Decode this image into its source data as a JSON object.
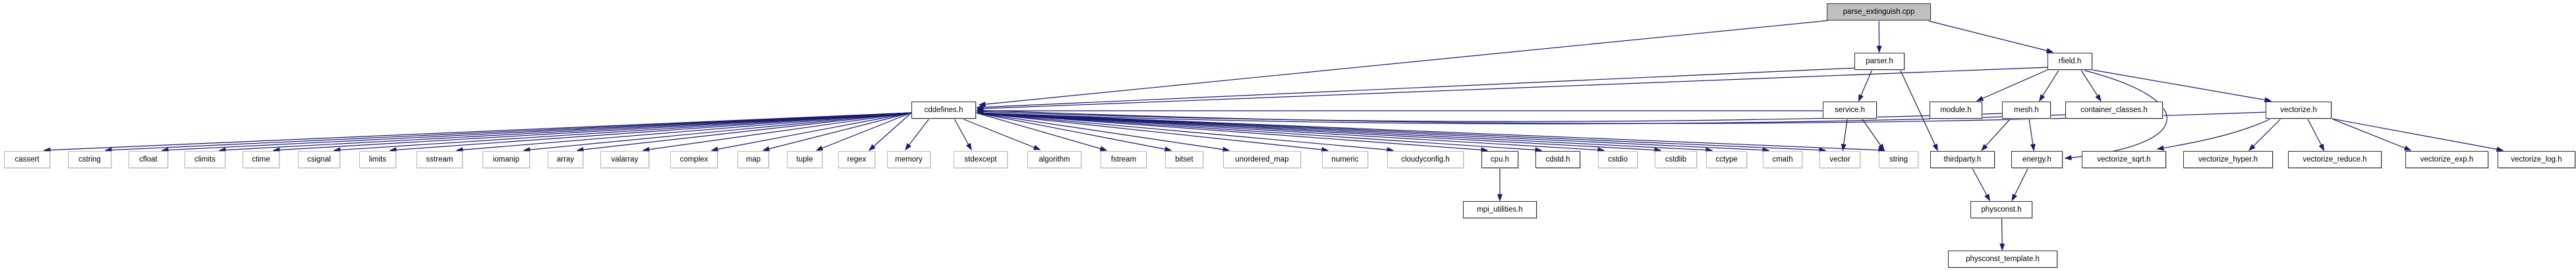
{
  "diagram": {
    "type": "include-dependency-graph",
    "root": "parse_extinguish.cpp",
    "edge_color": "#191970",
    "root_fill": "#bfbfbf",
    "nodes": [
      {
        "label": "parse_extinguish.cpp",
        "kind": "root"
      },
      {
        "label": "parser.h",
        "kind": "linked"
      },
      {
        "label": "rfield.h",
        "kind": "linked"
      },
      {
        "label": "service.h",
        "kind": "linked"
      },
      {
        "label": "module.h",
        "kind": "linked"
      },
      {
        "label": "mesh.h",
        "kind": "linked"
      },
      {
        "label": "container_classes.h",
        "kind": "linked"
      },
      {
        "label": "vectorize.h",
        "kind": "linked"
      },
      {
        "label": "cddefines.h",
        "kind": "linked"
      },
      {
        "label": "cassert",
        "kind": "plain"
      },
      {
        "label": "cstring",
        "kind": "plain"
      },
      {
        "label": "cfloat",
        "kind": "plain"
      },
      {
        "label": "climits",
        "kind": "plain"
      },
      {
        "label": "ctime",
        "kind": "plain"
      },
      {
        "label": "csignal",
        "kind": "plain"
      },
      {
        "label": "limits",
        "kind": "plain"
      },
      {
        "label": "sstream",
        "kind": "plain"
      },
      {
        "label": "iomanip",
        "kind": "plain"
      },
      {
        "label": "array",
        "kind": "plain"
      },
      {
        "label": "valarray",
        "kind": "plain"
      },
      {
        "label": "complex",
        "kind": "plain"
      },
      {
        "label": "map",
        "kind": "plain"
      },
      {
        "label": "tuple",
        "kind": "plain"
      },
      {
        "label": "regex",
        "kind": "plain"
      },
      {
        "label": "memory",
        "kind": "plain"
      },
      {
        "label": "stdexcept",
        "kind": "plain"
      },
      {
        "label": "algorithm",
        "kind": "plain"
      },
      {
        "label": "fstream",
        "kind": "plain"
      },
      {
        "label": "bitset",
        "kind": "plain"
      },
      {
        "label": "unordered_map",
        "kind": "plain"
      },
      {
        "label": "numeric",
        "kind": "plain"
      },
      {
        "label": "cloudyconfig.h",
        "kind": "plain"
      },
      {
        "label": "cpu.h",
        "kind": "linked"
      },
      {
        "label": "cdstd.h",
        "kind": "linked"
      },
      {
        "label": "cstdio",
        "kind": "plain"
      },
      {
        "label": "cstdlib",
        "kind": "plain"
      },
      {
        "label": "cctype",
        "kind": "plain"
      },
      {
        "label": "cmath",
        "kind": "plain"
      },
      {
        "label": "vector",
        "kind": "plain"
      },
      {
        "label": "string",
        "kind": "plain"
      },
      {
        "label": "thirdparty.h",
        "kind": "linked"
      },
      {
        "label": "energy.h",
        "kind": "linked"
      },
      {
        "label": "vectorize_sqrt.h",
        "kind": "linked"
      },
      {
        "label": "vectorize_hyper.h",
        "kind": "linked"
      },
      {
        "label": "vectorize_reduce.h",
        "kind": "linked"
      },
      {
        "label": "vectorize_exp.h",
        "kind": "linked"
      },
      {
        "label": "vectorize_log.h",
        "kind": "linked"
      },
      {
        "label": "mpi_utilities.h",
        "kind": "linked"
      },
      {
        "label": "physconst.h",
        "kind": "linked"
      },
      {
        "label": "physconst_template.h",
        "kind": "linked"
      }
    ],
    "edges": [
      [
        "parse_extinguish.cpp",
        "cddefines.h"
      ],
      [
        "parse_extinguish.cpp",
        "parser.h"
      ],
      [
        "parse_extinguish.cpp",
        "rfield.h"
      ],
      [
        "parser.h",
        "cddefines.h"
      ],
      [
        "parser.h",
        "service.h"
      ],
      [
        "parser.h",
        "thirdparty.h"
      ],
      [
        "service.h",
        "cddefines.h"
      ],
      [
        "service.h",
        "vector"
      ],
      [
        "service.h",
        "string"
      ],
      [
        "rfield.h",
        "cddefines.h"
      ],
      [
        "rfield.h",
        "module.h"
      ],
      [
        "rfield.h",
        "mesh.h"
      ],
      [
        "rfield.h",
        "container_classes.h"
      ],
      [
        "rfield.h",
        "vectorize.h"
      ],
      [
        "rfield.h",
        "energy.h"
      ],
      [
        "mesh.h",
        "cddefines.h"
      ],
      [
        "mesh.h",
        "thirdparty.h"
      ],
      [
        "mesh.h",
        "energy.h"
      ],
      [
        "container_classes.h",
        "cddefines.h"
      ],
      [
        "vectorize.h",
        "cddefines.h"
      ],
      [
        "vectorize.h",
        "vectorize_sqrt.h"
      ],
      [
        "vectorize.h",
        "vectorize_hyper.h"
      ],
      [
        "vectorize.h",
        "vectorize_reduce.h"
      ],
      [
        "vectorize.h",
        "vectorize_exp.h"
      ],
      [
        "vectorize.h",
        "vectorize_log.h"
      ],
      [
        "cddefines.h",
        "cassert"
      ],
      [
        "cddefines.h",
        "cstring"
      ],
      [
        "cddefines.h",
        "cfloat"
      ],
      [
        "cddefines.h",
        "climits"
      ],
      [
        "cddefines.h",
        "ctime"
      ],
      [
        "cddefines.h",
        "csignal"
      ],
      [
        "cddefines.h",
        "limits"
      ],
      [
        "cddefines.h",
        "sstream"
      ],
      [
        "cddefines.h",
        "iomanip"
      ],
      [
        "cddefines.h",
        "array"
      ],
      [
        "cddefines.h",
        "valarray"
      ],
      [
        "cddefines.h",
        "complex"
      ],
      [
        "cddefines.h",
        "map"
      ],
      [
        "cddefines.h",
        "tuple"
      ],
      [
        "cddefines.h",
        "regex"
      ],
      [
        "cddefines.h",
        "memory"
      ],
      [
        "cddefines.h",
        "stdexcept"
      ],
      [
        "cddefines.h",
        "algorithm"
      ],
      [
        "cddefines.h",
        "fstream"
      ],
      [
        "cddefines.h",
        "bitset"
      ],
      [
        "cddefines.h",
        "unordered_map"
      ],
      [
        "cddefines.h",
        "numeric"
      ],
      [
        "cddefines.h",
        "cloudyconfig.h"
      ],
      [
        "cddefines.h",
        "cpu.h"
      ],
      [
        "cddefines.h",
        "cdstd.h"
      ],
      [
        "cddefines.h",
        "cstdio"
      ],
      [
        "cddefines.h",
        "cstdlib"
      ],
      [
        "cddefines.h",
        "cctype"
      ],
      [
        "cddefines.h",
        "cmath"
      ],
      [
        "cddefines.h",
        "vector"
      ],
      [
        "cddefines.h",
        "string"
      ],
      [
        "cpu.h",
        "mpi_utilities.h"
      ],
      [
        "thirdparty.h",
        "physconst.h"
      ],
      [
        "energy.h",
        "physconst.h"
      ],
      [
        "physconst.h",
        "physconst_template.h"
      ]
    ]
  }
}
